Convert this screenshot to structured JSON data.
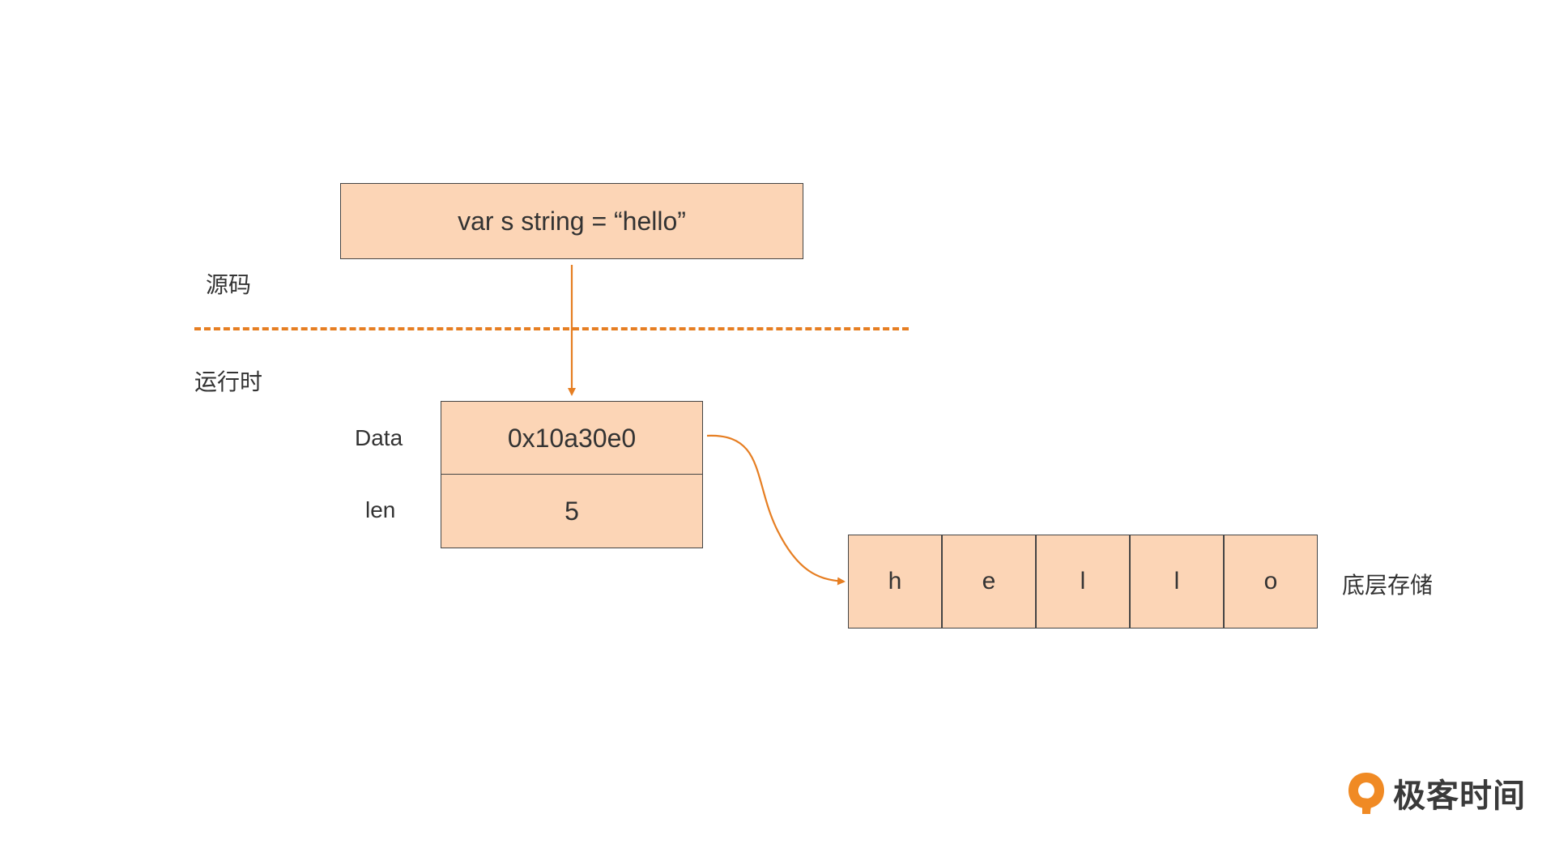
{
  "source": {
    "code": "var s string = “hello”",
    "section_label": "源码"
  },
  "runtime": {
    "section_label": "运行时",
    "fields": [
      {
        "name": "Data",
        "value": "0x10a30e0"
      },
      {
        "name": "len",
        "value": "5"
      }
    ]
  },
  "storage": {
    "label": "底层存储",
    "bytes": [
      "h",
      "e",
      "l",
      "l",
      "o"
    ]
  },
  "colors": {
    "box_fill": "#fcd5b6",
    "accent": "#e67e22",
    "border": "#444444"
  },
  "brand": {
    "name": "极客时间",
    "icon": "geektime-logo-icon"
  }
}
